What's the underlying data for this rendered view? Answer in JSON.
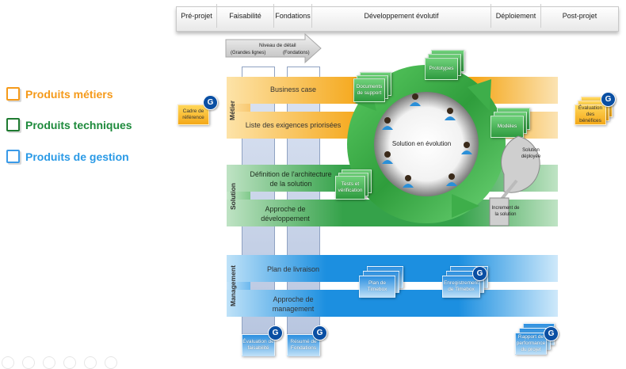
{
  "legend": [
    {
      "label": "Produits métiers",
      "color": "#f59a1a"
    },
    {
      "label": "Produits techniques",
      "color": "#1e8a3c"
    },
    {
      "label": "Produits de gestion",
      "color": "#2a9ae6"
    }
  ],
  "phases": [
    "Pré-projet",
    "Faisabilité",
    "Fondations",
    "Développement évolutif",
    "Déploiement",
    "Post-projet"
  ],
  "detail_arrow": {
    "title": "Niveau de détail",
    "left": "(Grandes lignes)",
    "right": "(Fondations)"
  },
  "bands": {
    "metier": {
      "side_label": "Métier",
      "row1": "Business case",
      "row2": "Liste des exigences priorisées",
      "color": "#f5a81c"
    },
    "solution": {
      "side_label": "Solution",
      "row1": "Définition de l'architecture de la solution",
      "row2": "Approche de développement",
      "color": "#35a24a"
    },
    "management": {
      "side_label": "Management",
      "row1": "Plan de livraison",
      "row2": "Approche de management",
      "color": "#1c8fe0"
    }
  },
  "cycle": {
    "center": "Solution en évolution",
    "docs": {
      "documents_support": "Documents de support",
      "prototypes": "Prototypes",
      "modeles": "Modèles",
      "tests": "Tests et vérification"
    }
  },
  "puzzle": {
    "deployed": "Solution déployée",
    "increment": "Increment de la solution"
  },
  "products": {
    "cadre": "Cadre de référence",
    "evaluation_benefices": "Évaluation des bénéfices",
    "plan_timebox": "Plan de Timebox",
    "enregistrement_timebox": "Enregistrement de Timebox",
    "evaluation_faisabilite": "Évaluation de faisabilité",
    "resume_fondations": "Résumé de Fondations",
    "rapport_performance": "Rapport de performance du projet"
  },
  "badge": "G"
}
